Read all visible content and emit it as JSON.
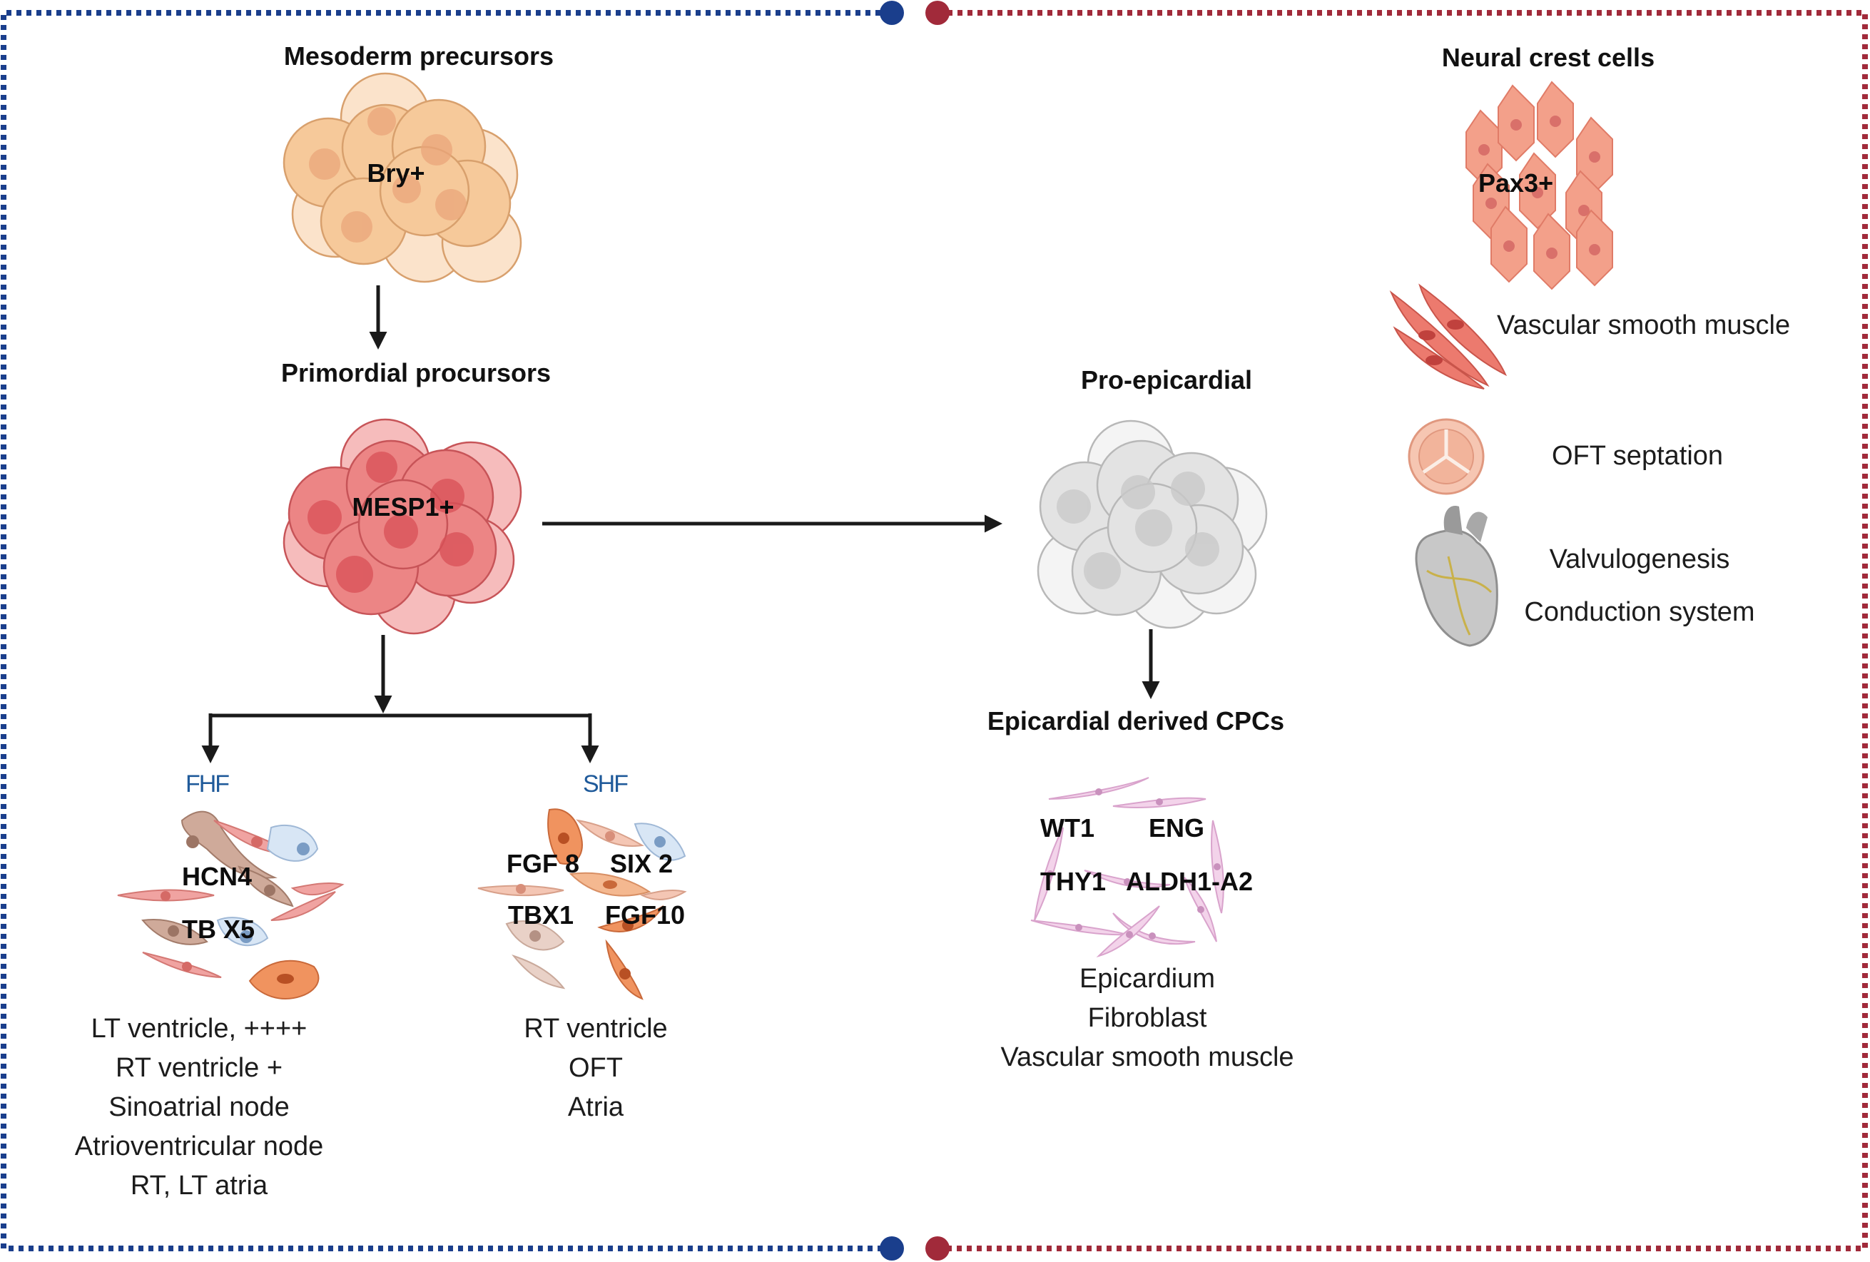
{
  "colors": {
    "left_border": "#1a3e8c",
    "right_border": "#a12a3a",
    "mesoderm_cells": "#f6c99a",
    "primordial_cells": "#ec8585",
    "proepicardial_cells": "#e6e6e6",
    "neural_crest_cells": "#f3a08a",
    "epicardial_cells": "#eab8df",
    "field_label": "#1f5a9a"
  },
  "mesoderm": {
    "title": "Mesoderm precursors",
    "marker": "Bry+"
  },
  "primordial": {
    "title": "Primordial procursors",
    "marker": "MESP1+"
  },
  "fhf": {
    "label": "FHF",
    "genes": [
      "HCN4",
      "TB X5"
    ],
    "outcomes": [
      "LT ventricle, ++++",
      "RT ventricle +",
      "Sinoatrial node",
      "Atrioventricular node",
      "RT, LT atria"
    ]
  },
  "shf": {
    "label": "SHF",
    "genes": [
      "FGF 8",
      "SIX 2",
      "TBX1",
      "FGF10"
    ],
    "outcomes": [
      "RT ventricle",
      "OFT",
      "Atria"
    ]
  },
  "proepicardial": {
    "title": "Pro-epicardial"
  },
  "epicardial": {
    "title": "Epicardial  derived CPCs",
    "genes": [
      "WT1",
      "ENG",
      "THY1",
      "ALDH1-A2"
    ],
    "outcomes": [
      "Epicardium",
      "Fibroblast",
      "Vascular smooth muscle"
    ]
  },
  "neural_crest": {
    "title": "Neural crest cells",
    "marker": "Pax3+",
    "contributions": [
      {
        "icon": "smooth-muscle-cells-icon",
        "label": "Vascular smooth muscle"
      },
      {
        "icon": "valve-icon",
        "label": "OFT septation"
      },
      {
        "icon": "heart-icon",
        "label": "Valvulogenesis"
      },
      {
        "icon": "heart-icon",
        "label": "Conduction system"
      }
    ]
  }
}
